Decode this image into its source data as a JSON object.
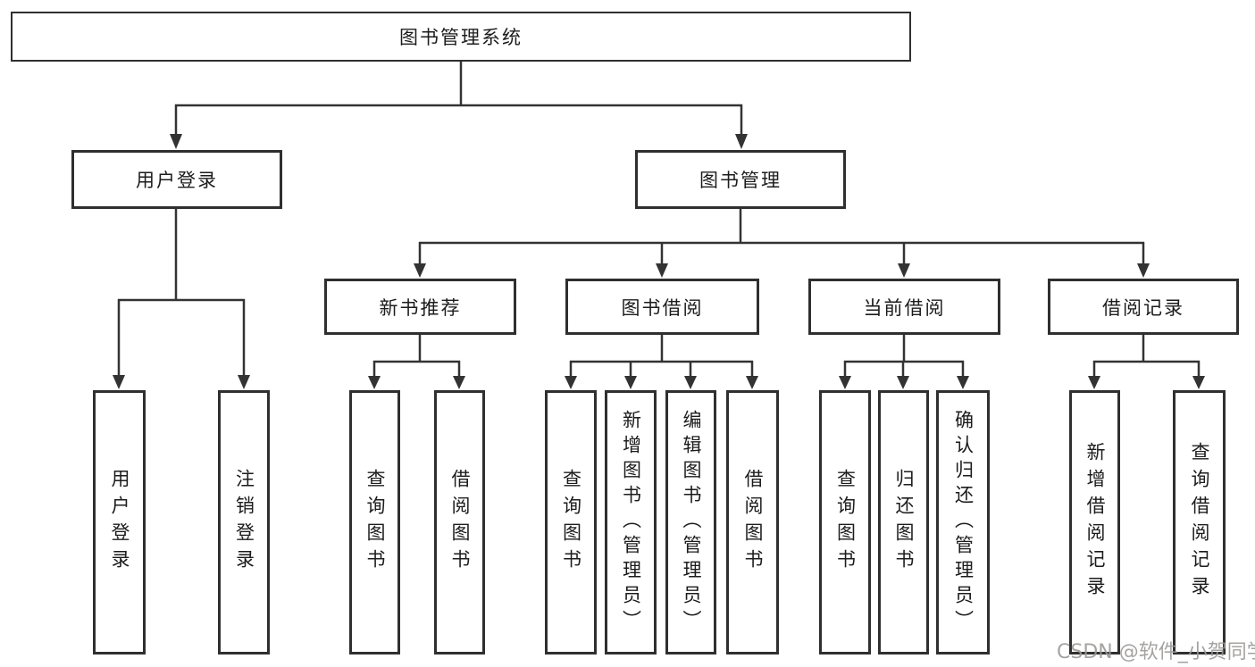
{
  "diagram": {
    "root": {
      "label": "图书管理系统"
    },
    "level2": [
      {
        "label": "用户登录"
      },
      {
        "label": "图书管理"
      }
    ],
    "level3": [
      {
        "label": "新书推荐"
      },
      {
        "label": "图书借阅"
      },
      {
        "label": "当前借阅"
      },
      {
        "label": "借阅记录"
      }
    ],
    "leaves": [
      {
        "label": "用户登录"
      },
      {
        "label": "注销登录"
      },
      {
        "label": "查询图书"
      },
      {
        "label": "借阅图书"
      },
      {
        "label": "查询图书"
      },
      {
        "label": "新增图书（管理员）"
      },
      {
        "label": "编辑图书（管理员）"
      },
      {
        "label": "借阅图书"
      },
      {
        "label": "查询图书"
      },
      {
        "label": "归还图书"
      },
      {
        "label": "确认归还（管理员）"
      },
      {
        "label": "新增借阅记录"
      },
      {
        "label": "查询借阅记录"
      }
    ]
  },
  "watermark": {
    "text": "CSDN @软件_小贺同学",
    "color": "#9c9a98"
  },
  "colors": {
    "line": "#333333",
    "box_border": "#2f2f2f",
    "box_fill": "#ffffff",
    "text": "#1c1c1c",
    "background": "#ffffff"
  }
}
